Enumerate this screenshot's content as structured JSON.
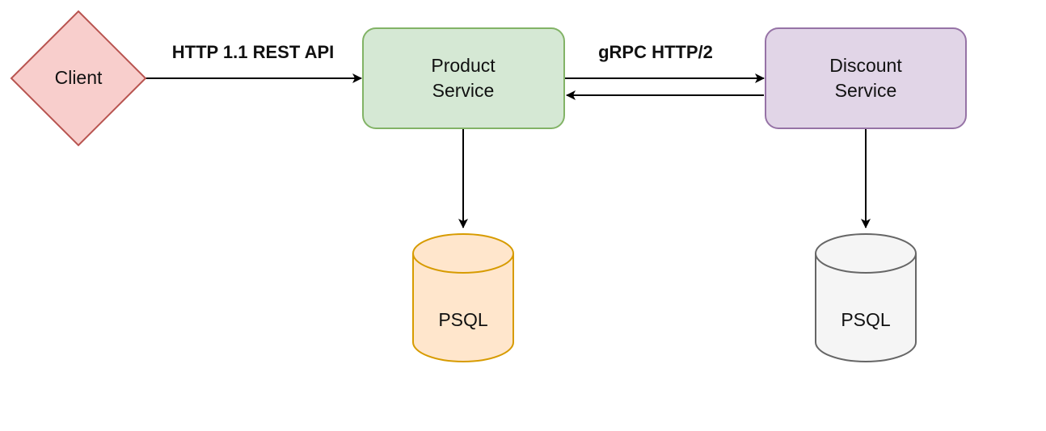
{
  "diagram": {
    "nodes": {
      "client": {
        "label": "Client",
        "shape": "diamond",
        "fill": "#f8cecc",
        "stroke": "#b85450"
      },
      "product_service": {
        "line1": "Product",
        "line2": "Service",
        "shape": "rounded-rectangle",
        "fill": "#d5e8d4",
        "stroke": "#82b366"
      },
      "discount_service": {
        "line1": "Discount",
        "line2": "Service",
        "shape": "rounded-rectangle",
        "fill": "#e1d5e7",
        "stroke": "#9673a6"
      },
      "product_db": {
        "label": "PSQL",
        "shape": "cylinder",
        "fill": "#ffe6cc",
        "stroke": "#d79b00"
      },
      "discount_db": {
        "label": "PSQL",
        "shape": "cylinder",
        "fill": "#f5f5f5",
        "stroke": "#666666"
      }
    },
    "edges": {
      "client_to_product": {
        "from": "Client",
        "to": "Product Service",
        "label": "HTTP 1.1 REST API"
      },
      "product_to_discount": {
        "from": "Product Service",
        "to": "Discount Service",
        "label": "gRPC HTTP/2"
      },
      "discount_to_product": {
        "from": "Discount Service",
        "to": "Product Service"
      },
      "product_to_db": {
        "from": "Product Service",
        "to": "PSQL"
      },
      "discount_to_db": {
        "from": "Discount Service",
        "to": "PSQL"
      }
    },
    "colors": {
      "edge": "#000000",
      "text": "#111111"
    }
  }
}
